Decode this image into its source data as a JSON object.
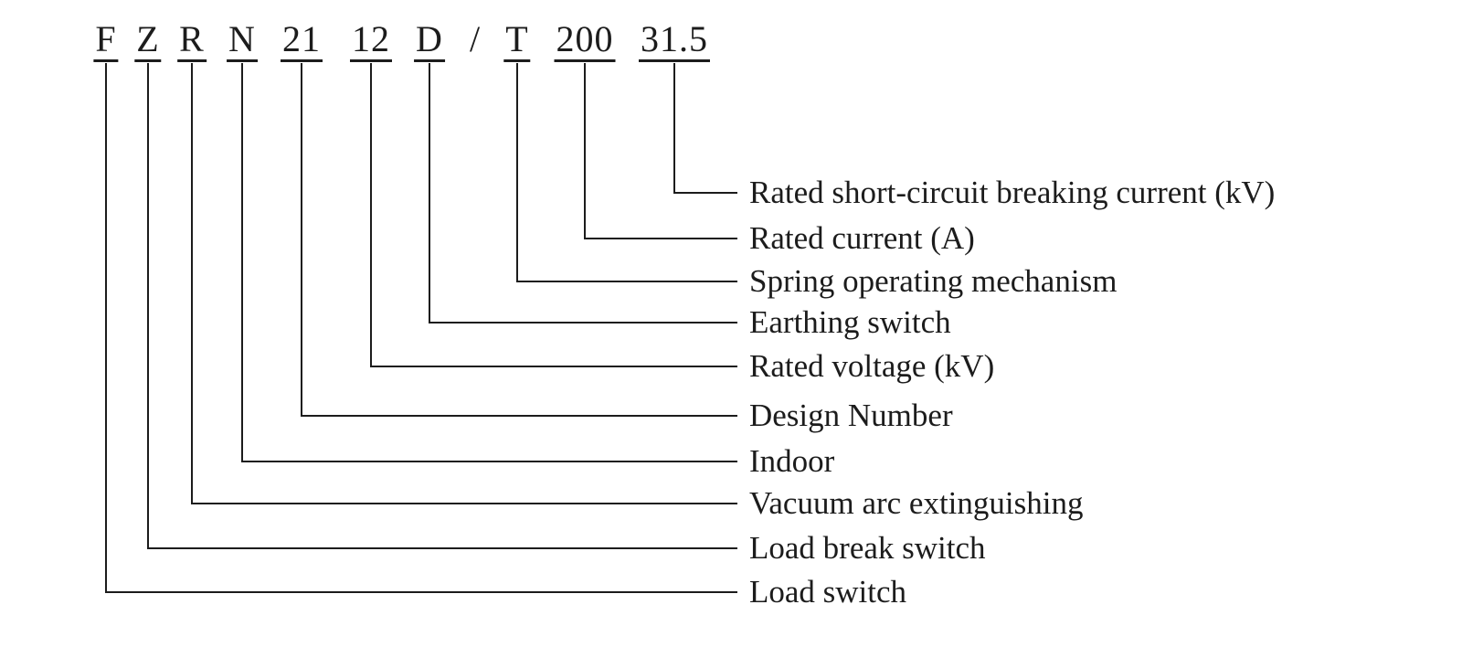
{
  "diagram": {
    "description": "Model designation breakdown diagram for a load switch",
    "separator": "/",
    "colors": {
      "line": "#1c1c1c",
      "text": "#1c1c1c",
      "background": "#ffffff"
    },
    "code_parts": [
      {
        "code": "F",
        "label": "Load switch"
      },
      {
        "code": "Z",
        "label": "Load break switch"
      },
      {
        "code": "R",
        "label": "Vacuum arc extinguishing"
      },
      {
        "code": "N",
        "label": "Indoor"
      },
      {
        "code": "21",
        "label": "Design Number"
      },
      {
        "code": "12",
        "label": "Rated voltage (kV)"
      },
      {
        "code": "D",
        "label": "Earthing switch"
      },
      {
        "code": "T",
        "label": "Spring operating mechanism"
      },
      {
        "code": "200",
        "label": "Rated current (A)"
      },
      {
        "code": "31.5",
        "label": "Rated short-circuit breaking current (kV)"
      }
    ]
  }
}
